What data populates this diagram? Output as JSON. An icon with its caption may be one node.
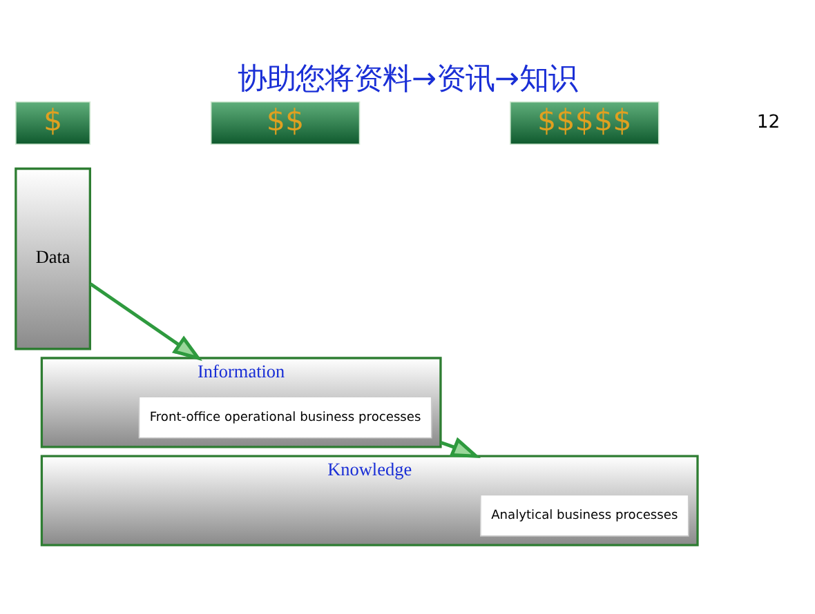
{
  "diagram": {
    "title": "协助您将资料→资讯→知识",
    "nodes": [
      {
        "text": [
          "Data"
        ]
      },
      {
        "text": [
          "Information"
        ]
      },
      {
        "text": [
          "Front-office operational business processes"
        ],
        "in": 1
      },
      {
        "text": [
          "Knowledge"
        ]
      },
      {
        "text": [
          "Analytical business processes"
        ],
        "in": 3
      },
      {
        "text": [
          "$"
        ]
      },
      {
        "text": [
          "$$"
        ]
      },
      {
        "text": [
          "$$$$$"
        ]
      }
    ],
    "edges": [
      {
        "from": 0,
        "to": 1,
        "arrow": "to"
      },
      {
        "from": 1,
        "to": 3,
        "arrow": "to"
      }
    ],
    "labels": [
      "12"
    ]
  }
}
